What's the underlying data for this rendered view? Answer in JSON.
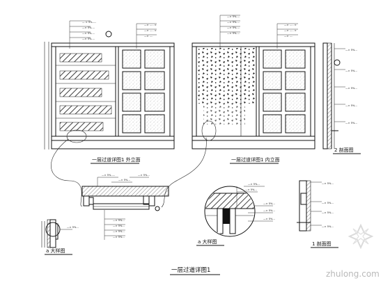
{
  "drawing": {
    "title": "一层过道详图1",
    "captions": {
      "elevation_left": "一层过道详图1 外立面",
      "elevation_right": "一层过道详图1 内立面",
      "section_2": "2 剖面图",
      "detail_a": "a 大样图",
      "detail_b": "a 大样图",
      "section_1": "1 剖面图"
    },
    "watermark": "zhulong.com",
    "colors": {
      "line": "#111111",
      "fill_light": "#f4f4f4",
      "watermark": "#bdbdbd"
    }
  }
}
